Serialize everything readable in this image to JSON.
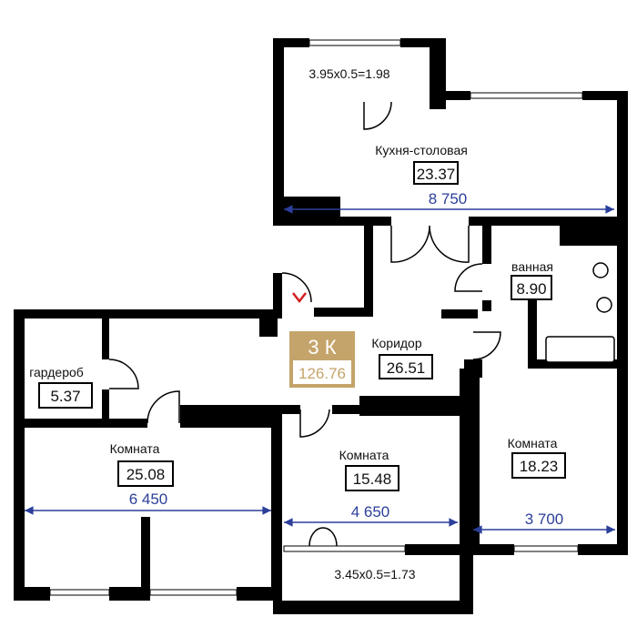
{
  "apartment": {
    "type_label": "3 К",
    "total_area": "126.76"
  },
  "rooms": [
    {
      "name": "Кухня-столовая",
      "area": "23.37"
    },
    {
      "name": "ванная",
      "area": "8.90"
    },
    {
      "name": "Коридор",
      "area": "26.51"
    },
    {
      "name": "гардероб",
      "area": "5.37"
    },
    {
      "name": "Комната",
      "area": "25.08"
    },
    {
      "name": "Комната",
      "area": "15.48"
    },
    {
      "name": "Комната",
      "area": "18.23"
    }
  ],
  "balconies": [
    {
      "formula": "3.95x0.5=1.98"
    },
    {
      "formula": "3.45x0.5=1.73"
    }
  ],
  "dimensions": [
    "8 750",
    "6 450",
    "4 650",
    "3 700"
  ],
  "colors": {
    "accent": "#c4a46a",
    "dimension": "#2b3f9a",
    "entrance": "#d21e1e"
  }
}
